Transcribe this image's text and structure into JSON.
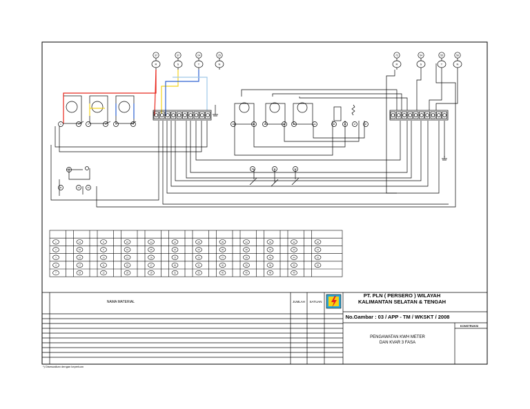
{
  "title_block": {
    "company_line1": "PT. PLN ( PERSERO ) WILAYAH",
    "company_line2": "KALIMANTAN SELATAN & TENGAH",
    "drawing_number": "No.Gambar :  03 / APP - TM / WKSKT / 2008",
    "konstruksi": "KONSTRUKSI",
    "title_line1": "PENGAWATAN KWH METER",
    "title_line2": "DAN KVAR 3 FASA"
  },
  "material_table": {
    "nama_material": "NAMA MATERIAL",
    "jumlah": "JUMLAH",
    "satuan": "SATUAN"
  },
  "footnote": "*) Disesuaikan dengan keperluan",
  "diagram": {
    "left_supply": [
      {
        "number": "37",
        "phase": "R"
      },
      {
        "number": "37",
        "phase": "S"
      },
      {
        "number": "24",
        "phase": "T"
      },
      {
        "number": "25",
        "phase": "N"
      }
    ],
    "right_supply": [
      {
        "number": "72",
        "phase": "R"
      },
      {
        "number": "54",
        "phase": "S"
      },
      {
        "number": "55",
        "phase": "T"
      },
      {
        "number": "56",
        "phase": "N"
      }
    ],
    "ct_terminals": [
      "1",
      "2",
      "3",
      "4",
      "5",
      "6"
    ],
    "vt_terminals": [
      "11",
      "12",
      "13"
    ],
    "meter_terminals": [
      "30",
      "33",
      "32",
      "31",
      "33",
      "34"
    ],
    "aux_terminals": [
      "35",
      "36",
      "37",
      "37"
    ],
    "relay_terminals": [
      "38",
      "41",
      "42"
    ],
    "wire_colors": {
      "phase_r": "#e8261c",
      "phase_s": "#f2d21a",
      "phase_t": "#2a5fd0",
      "neutral": "#9ec8e8"
    }
  },
  "tables": {
    "grid": [
      [
        "1",
        "14",
        "8",
        "15",
        "14",
        "21",
        "28",
        "35",
        "34",
        "43",
        "42",
        "40"
      ],
      [
        "2",
        "15",
        "9",
        "16",
        "25",
        "22",
        "29",
        "36",
        "38",
        "44",
        "43",
        "41"
      ],
      [
        "3",
        "16",
        "10",
        "21",
        "18",
        "23",
        "30",
        "37",
        "38",
        "45",
        "44",
        "52"
      ],
      [
        "4",
        "17",
        "11",
        "22",
        "17",
        "46",
        "31",
        "40",
        "39",
        "46",
        "45",
        "20"
      ],
      [
        "7",
        "18",
        "12",
        "26",
        "18",
        "51",
        "32",
        "40",
        "40",
        "48",
        "49",
        ""
      ]
    ]
  }
}
